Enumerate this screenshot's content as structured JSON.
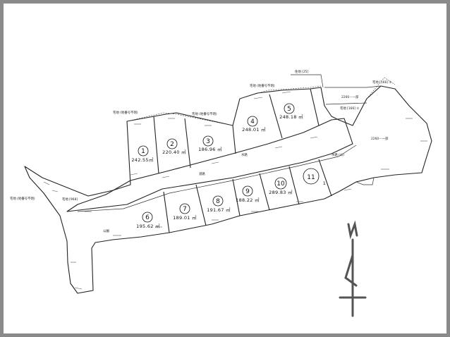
{
  "lots": [
    {
      "num": "1",
      "area": "242.55㎡"
    },
    {
      "num": "2",
      "area": "220.40 ㎡"
    },
    {
      "num": "3",
      "area": "186.96 ㎡"
    },
    {
      "num": "4",
      "area": "248.01 ㎡"
    },
    {
      "num": "5",
      "area": "248.18 ㎡"
    },
    {
      "num": "6",
      "area": "195.62 ㎡"
    },
    {
      "num": "7",
      "area": "189.01 ㎡"
    },
    {
      "num": "8",
      "area": "191.67 ㎡"
    },
    {
      "num": "9",
      "area": "188.22 ㎡"
    },
    {
      "num": "10",
      "area": "289.83 ㎡"
    },
    {
      "num": "11",
      "area": "1"
    }
  ],
  "labels": {
    "residential_top": "住地 [25]",
    "parcel_166_a": "宅地 [166] ①",
    "parcel_166_b": "宅地 [166] ②",
    "parcel_2260": "2260－一部",
    "parcel_2260_b": "2260－一部",
    "parcel_968": "宅地 [968]",
    "road_label": "道路",
    "kouen": "公園",
    "adj_1": "宅地 (地番号不明)",
    "adj_2": "宅地 (地番号不明)",
    "adj_3": "宅地 (地番号不明)",
    "adj_4": "宅地 (地番号不明)",
    "water": "水路",
    "sewer": "水路 (公)"
  },
  "compass": {
    "letter": "N"
  }
}
